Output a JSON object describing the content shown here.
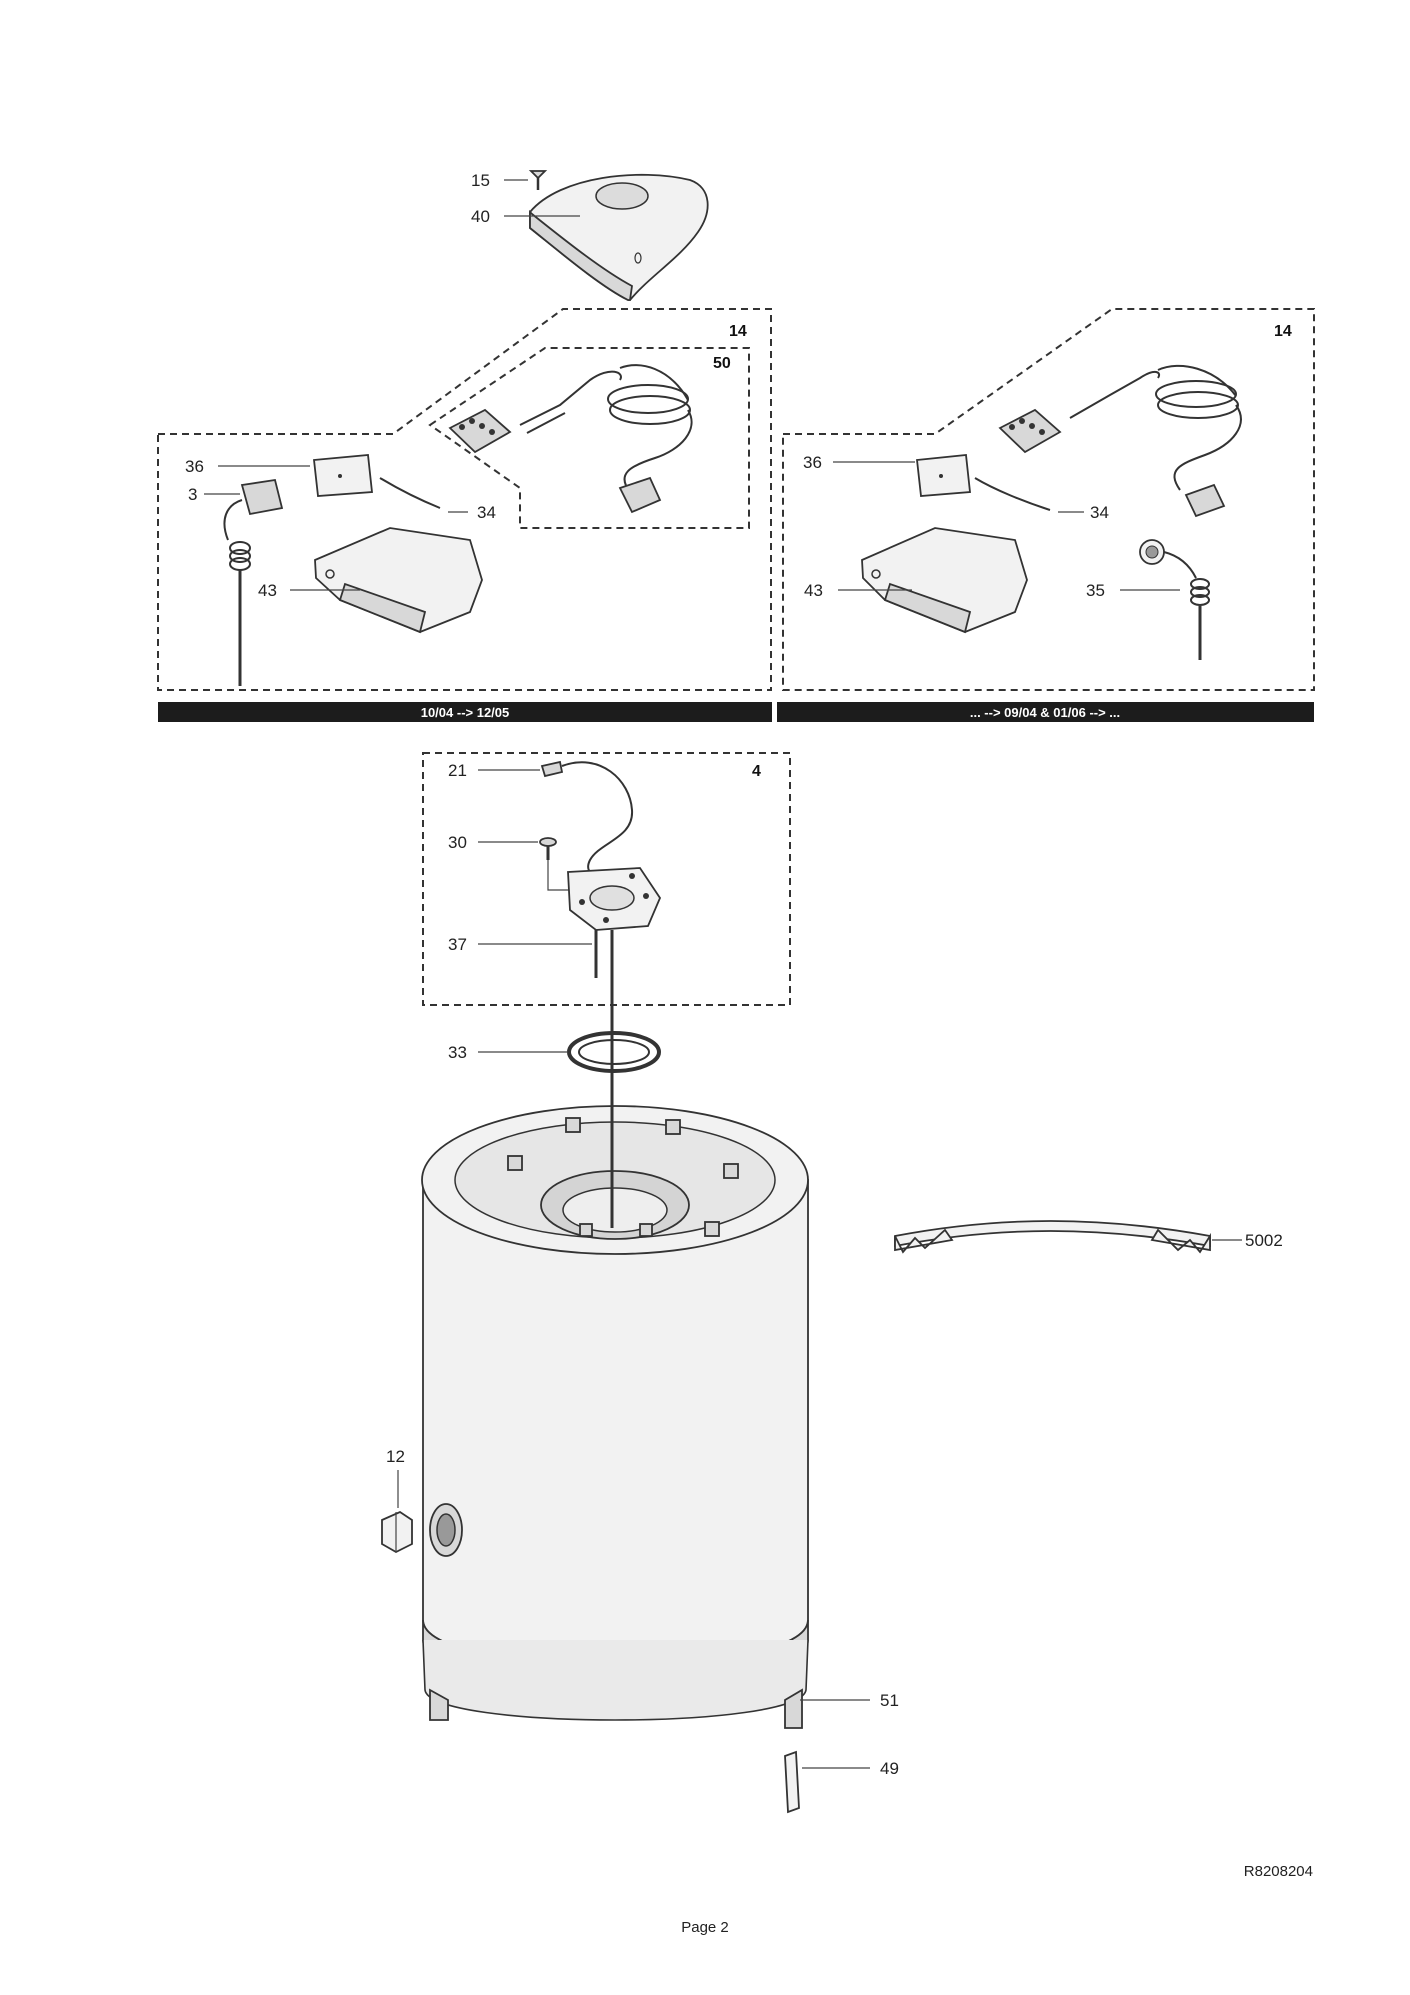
{
  "labels": {
    "p15": "15",
    "p40": "40",
    "left_group": "14",
    "left_inner_group": "50",
    "l36": "36",
    "l3": "3",
    "l34": "34",
    "l43": "43",
    "right_group": "14",
    "r36": "36",
    "r34": "34",
    "r43": "43",
    "r35": "35",
    "heater_group": "4",
    "p21": "21",
    "p30": "30",
    "p37": "37",
    "p33": "33",
    "p5002": "5002",
    "p12": "12",
    "p51": "51",
    "p49": "49"
  },
  "bands": {
    "left": "10/04 --> 12/05",
    "right": "... --> 09/04 & 01/06 --> ..."
  },
  "reference": "R8208204",
  "page_label": "Page 2"
}
